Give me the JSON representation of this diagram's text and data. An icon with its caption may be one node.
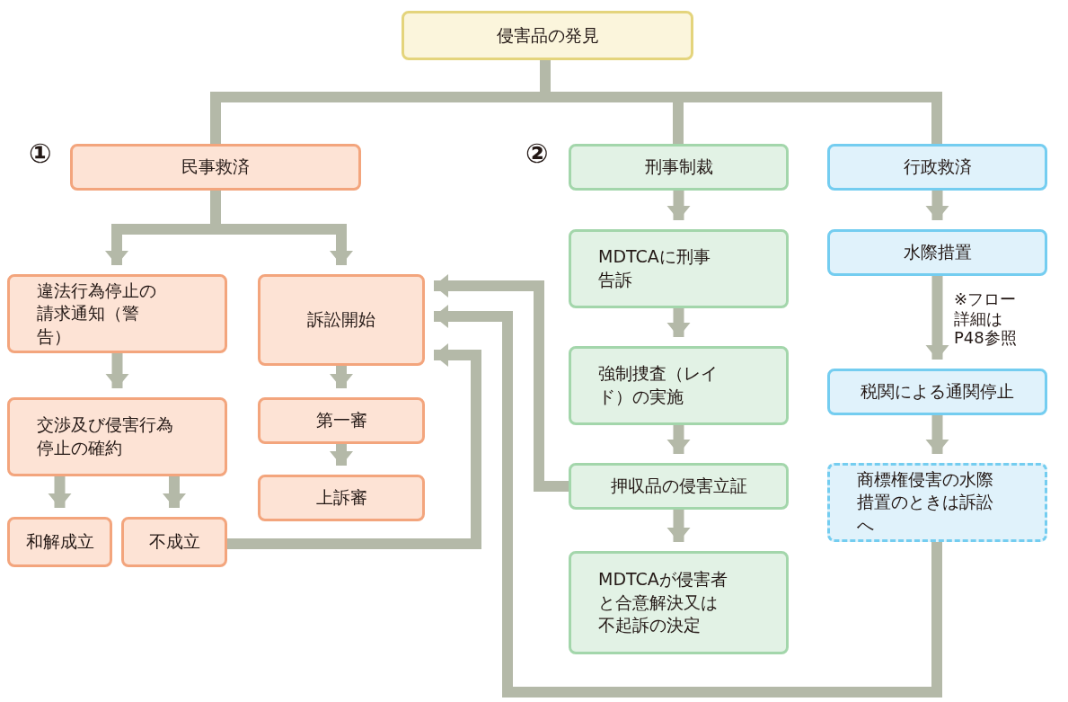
{
  "diagram": {
    "nodes": [
      {
        "text": [
          "侵害品の発見"
        ]
      },
      {
        "text": [
          "民事救済"
        ],
        "beside": [
          "①"
        ]
      },
      {
        "text": [
          "違法行為停止の請求通知（警告）"
        ]
      },
      {
        "text": [
          "訴訟開始"
        ]
      },
      {
        "text": [
          "交渉及び侵害行為停止の確約"
        ]
      },
      {
        "text": [
          "第一審"
        ]
      },
      {
        "text": [
          "上訴審"
        ]
      },
      {
        "text": [
          "和解成立"
        ]
      },
      {
        "text": [
          "不成立"
        ]
      },
      {
        "text": [
          "刑事制裁"
        ],
        "beside": [
          "②"
        ]
      },
      {
        "text": [
          "MDTCAに刑事告訴"
        ]
      },
      {
        "text": [
          "強制捜査（レイド）の実施"
        ]
      },
      {
        "text": [
          "押収品の侵害立証"
        ]
      },
      {
        "text": [
          "MDTCAが侵害者と合意解決又は不起訴の決定"
        ]
      },
      {
        "text": [
          "行政救済"
        ]
      },
      {
        "text": [
          "水際措置"
        ]
      },
      {
        "text": [
          "税関による通関停止"
        ]
      },
      {
        "text": [
          "商標権侵害の水際措置のときは訴訟へ"
        ]
      }
    ],
    "edges": [
      {
        "from": 0,
        "to": 1,
        "arrow": "none"
      },
      {
        "from": 0,
        "to": 9,
        "arrow": "none"
      },
      {
        "from": 0,
        "to": 14,
        "arrow": "none"
      },
      {
        "from": 1,
        "to": 2,
        "arrow": "to"
      },
      {
        "from": 1,
        "to": 3,
        "arrow": "to"
      },
      {
        "from": 2,
        "to": 4,
        "arrow": "to"
      },
      {
        "from": 4,
        "to": 7,
        "arrow": "to"
      },
      {
        "from": 4,
        "to": 8,
        "arrow": "to"
      },
      {
        "from": 3,
        "to": 5,
        "arrow": "to"
      },
      {
        "from": 5,
        "to": 6,
        "arrow": "to"
      },
      {
        "from": 8,
        "to": 3,
        "arrow": "to"
      },
      {
        "from": 9,
        "to": 10,
        "arrow": "to"
      },
      {
        "from": 10,
        "to": 11,
        "arrow": "to"
      },
      {
        "from": 11,
        "to": 12,
        "arrow": "to"
      },
      {
        "from": 12,
        "to": 3,
        "arrow": "to"
      },
      {
        "from": 12,
        "to": 13,
        "arrow": "to"
      },
      {
        "from": 14,
        "to": 15,
        "arrow": "to"
      },
      {
        "from": 15,
        "to": 16,
        "arrow": "to"
      },
      {
        "from": 16,
        "to": 17,
        "arrow": "to"
      },
      {
        "from": 17,
        "to": 3,
        "arrow": "to"
      }
    ],
    "labels": [
      "※フロー詳細はP48参照"
    ]
  }
}
